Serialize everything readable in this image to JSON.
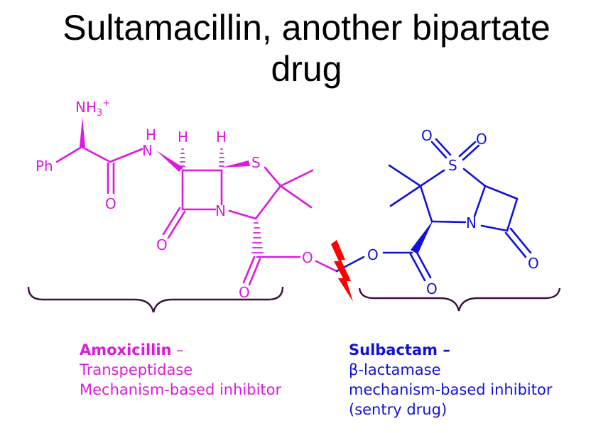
{
  "title": {
    "line1": "Sultamacillin, another bipartate",
    "line2": "drug"
  },
  "colors": {
    "amoxicillin": "#dd19dd",
    "sulbactam": "#1111dd",
    "cleavage": "#ff0000",
    "brace": "#3a1040",
    "text": "#000000"
  },
  "amoxicillin_atoms": {
    "nh3": "NH",
    "nh3_sub": "3",
    "nh3_sup": "+",
    "ph": "Ph",
    "amide_o": "O",
    "amide_n": "N",
    "amide_h": "H",
    "h_left": "H",
    "h_right": "H",
    "s": "S",
    "n": "N",
    "lactam_o": "O",
    "ester_o_single": "O",
    "ester_o_double": "O"
  },
  "sulbactam_atoms": {
    "s": "S",
    "o_top_left": "O",
    "o_top_right": "O",
    "n": "N",
    "lactam_o": "O",
    "ester_o_single": "O",
    "ester_o_double": "O"
  },
  "captions": {
    "amoxicillin": {
      "name": "Amoxicillin",
      "dash": " –",
      "line2": "Transpeptidase",
      "line3": "Mechanism-based inhibitor"
    },
    "sulbactam": {
      "name": "Sulbactam –",
      "line2": "β-lactamase",
      "line3": "mechanism-based inhibitor",
      "line4": "(sentry drug)"
    }
  }
}
